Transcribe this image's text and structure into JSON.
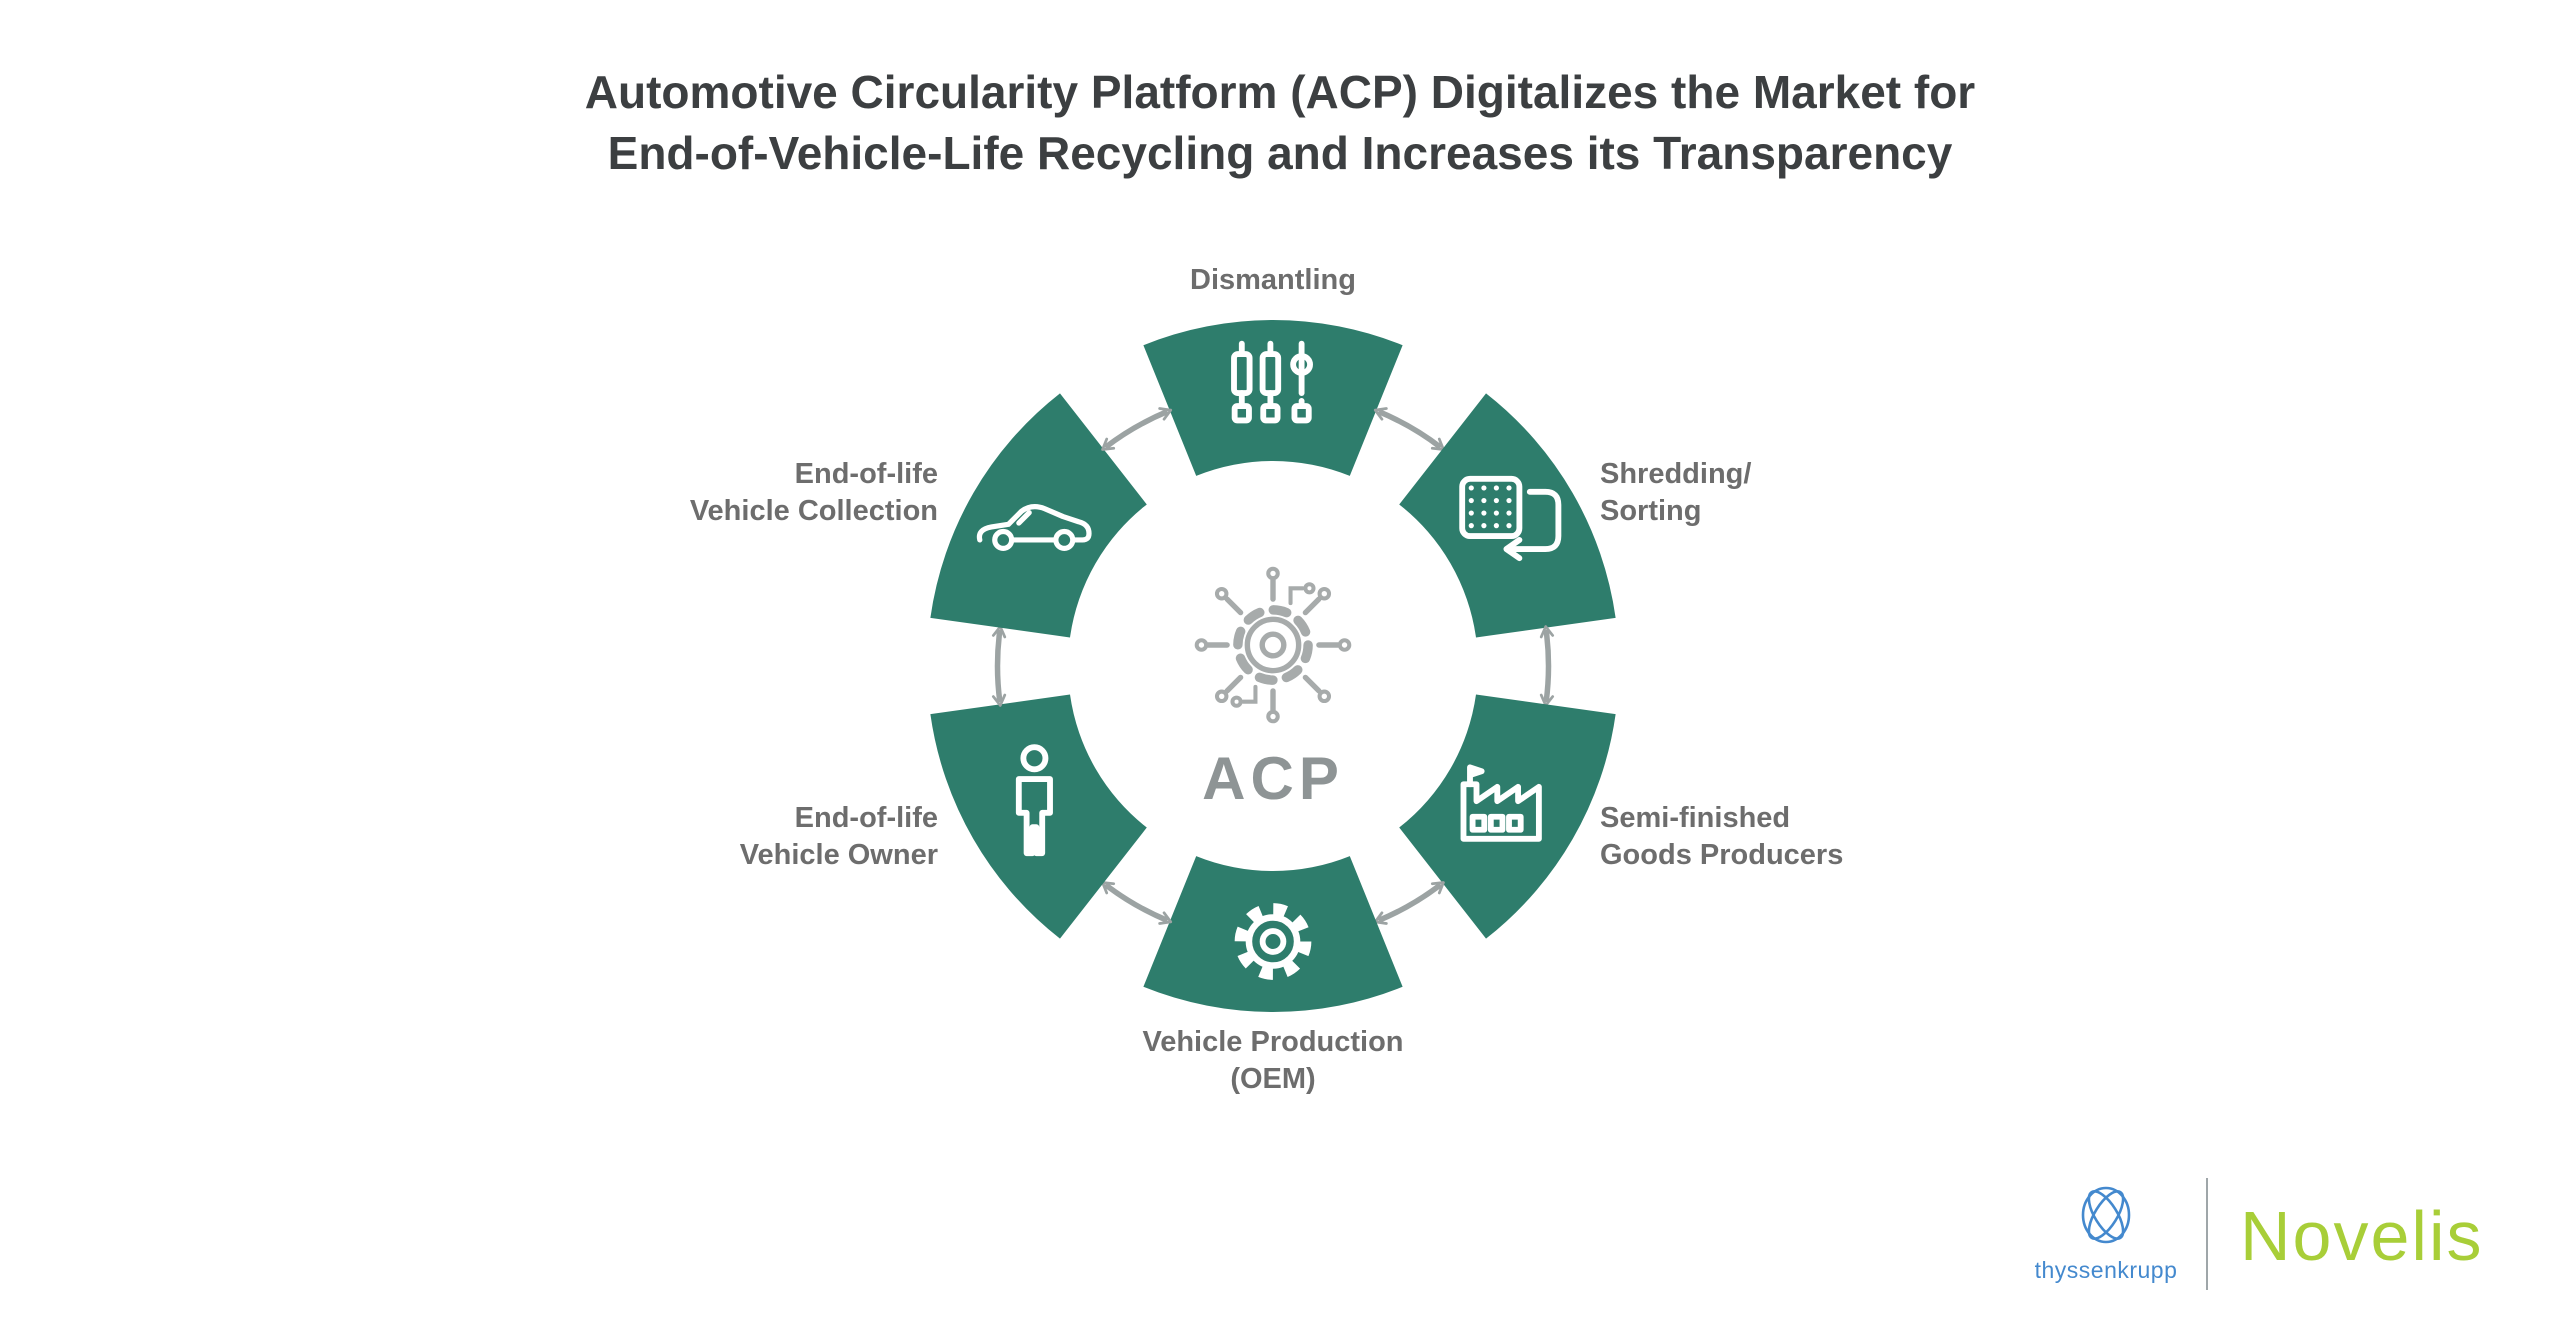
{
  "title": {
    "text": "Automotive Circularity Platform (ACP) Digitalizes the Market for\nEnd-of-Vehicle-Life Recycling and Increases its Transparency"
  },
  "center": {
    "label": "ACP",
    "icon": "digital-platform-icon"
  },
  "segments": [
    {
      "id": "dismantling",
      "label": "Dismantling",
      "angle": 0,
      "icon": "car-parts-icon"
    },
    {
      "id": "shredding-sorting",
      "label": "Shredding/\nSorting",
      "angle": 60,
      "icon": "shredder-icon"
    },
    {
      "id": "semi-finished",
      "label": "Semi-finished\nGoods Producers",
      "angle": 120,
      "icon": "factory-icon"
    },
    {
      "id": "vehicle-production",
      "label": "Vehicle Production\n(OEM)",
      "angle": 180,
      "icon": "gear-icon"
    },
    {
      "id": "eol-vehicle-owner",
      "label": "End-of-life\nVehicle Owner",
      "angle": 240,
      "icon": "person-icon"
    },
    {
      "id": "eol-vehicle-collection",
      "label": "End-of-life\nVehicle Collection",
      "angle": 300,
      "icon": "car-icon"
    }
  ],
  "footer": {
    "thyssenkrupp": "thyssenkrupp",
    "novelis": "Novelis"
  },
  "colors": {
    "segment_fill": "#2E7D6C",
    "arrow_gray": "#9CA3A3",
    "label_gray": "#6D6D6D",
    "title_color": "#3C3F41",
    "acp_gray": "#8E9495",
    "center_icon_gray": "#A7ABAB",
    "icon_white": "#FFFFFF",
    "thyssenkrupp_blue": "#4489CE",
    "novelis_green": "#A8CE38",
    "divider_gray": "#9FA6A9"
  }
}
